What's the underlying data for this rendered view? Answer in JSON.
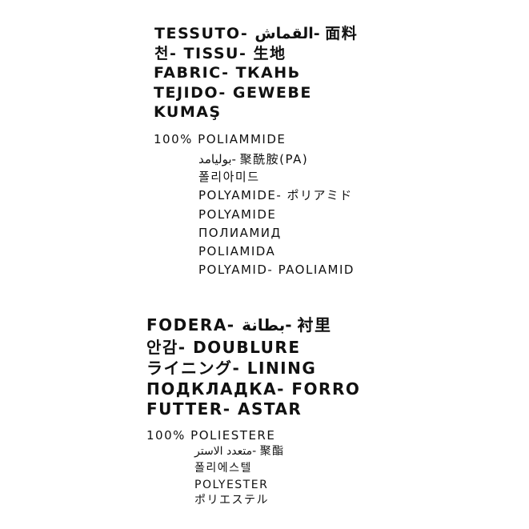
{
  "fabric_section": {
    "heading_lines": [
      "TESSUTO- القماش- 面料",
      "천- TISSU- 生地",
      "FABRIC- ТКАНЬ",
      "TEJIDO- GEWEBE",
      "KUMAŞ"
    ],
    "composition": "100% POLIAMMIDE",
    "translations": [
      "بوليامد- 聚酰胺(PA)",
      "폴리아미드",
      "POLYAMIDE- ポリアミド",
      "POLYAMIDE",
      "ПОЛИАМИД",
      "POLIAMIDA",
      "POLYAMID- PAOLIAMID"
    ]
  },
  "lining_section": {
    "heading_lines": [
      "FODERA- بطانة- 衬里",
      "안감- DOUBLURE",
      "ライニング- LINING",
      "ПОДКЛАДКА- FORRO",
      "FUTTER- ASTAR"
    ],
    "composition": "100% POLIESTERE",
    "translations": [
      "متعدد الاستر- 聚酯",
      "폴리에스텔",
      "POLYESTER",
      "ポリエステル"
    ]
  }
}
